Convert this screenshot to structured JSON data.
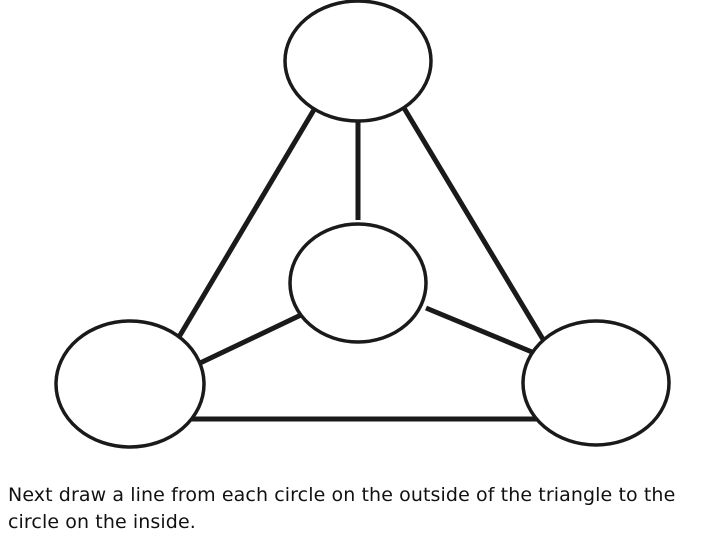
{
  "diagram": {
    "nodes": [
      {
        "id": "top",
        "role": "outer",
        "label": ""
      },
      {
        "id": "center",
        "role": "inner",
        "label": ""
      },
      {
        "id": "left",
        "role": "outer",
        "label": ""
      },
      {
        "id": "right",
        "role": "outer",
        "label": ""
      }
    ],
    "edges": [
      {
        "from": "top",
        "to": "left"
      },
      {
        "from": "top",
        "to": "right"
      },
      {
        "from": "left",
        "to": "right"
      },
      {
        "from": "top",
        "to": "center"
      },
      {
        "from": "left",
        "to": "center"
      },
      {
        "from": "right",
        "to": "center"
      }
    ],
    "colors": {
      "stroke": "#1a1a1a",
      "fill": "#ffffff"
    }
  },
  "instruction": "Next draw a line from each circle on the outside of the triangle to the circle on the inside."
}
